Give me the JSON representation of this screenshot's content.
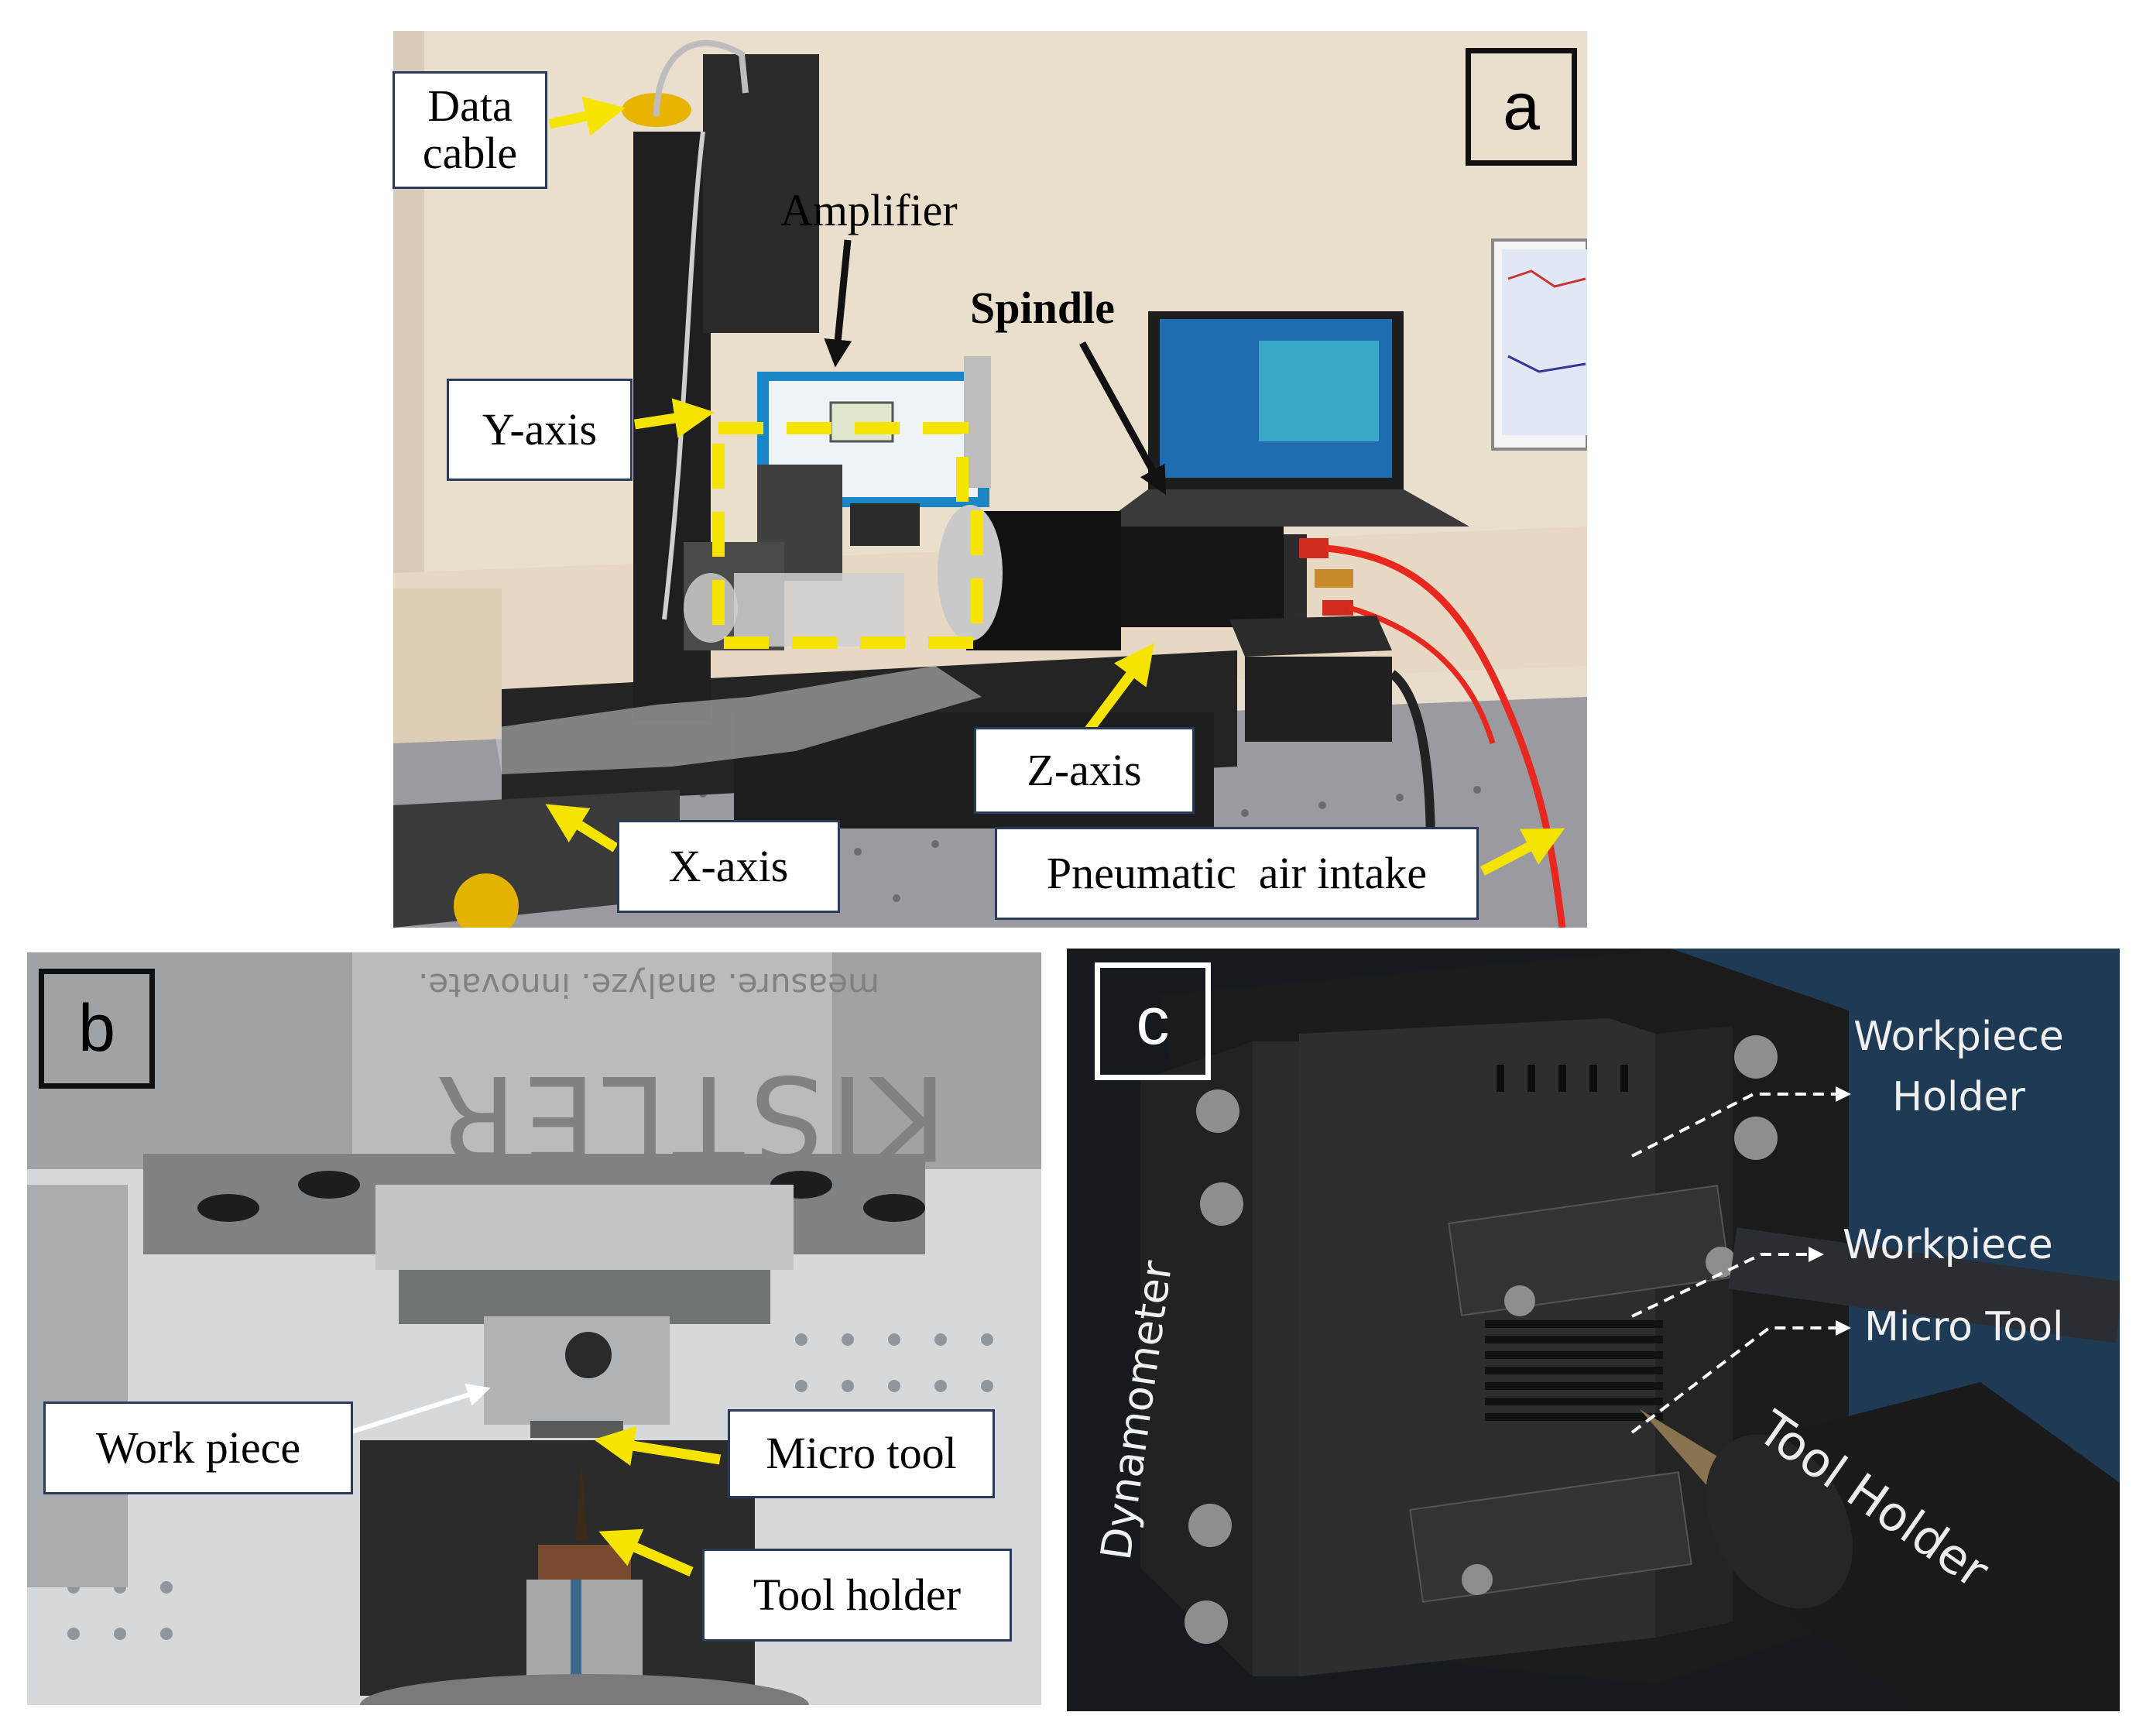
{
  "panel_a": {
    "tag": "a",
    "labels": {
      "data_cable": "Data\ncable",
      "amplifier": "Amplifier",
      "spindle": "Spindle",
      "y_axis": "Y-axis",
      "z_axis": "Z-axis",
      "x_axis": "X-axis",
      "pneumatic": "Pneumatic  air intake"
    }
  },
  "panel_b": {
    "tag": "b",
    "brand_text": "KISTLER",
    "slogan_text": "measure. analyze. innovate.",
    "labels": {
      "work_piece": "Work piece",
      "micro_tool": "Micro tool",
      "tool_holder": "Tool holder"
    }
  },
  "panel_c": {
    "tag": "c",
    "labels": {
      "workpiece_holder": "Workpiece\nHolder",
      "workpiece": "Workpiece",
      "micro_tool": "Micro Tool",
      "dynamometer": "Dynamometer",
      "tool_holder": "Tool Holder"
    }
  },
  "colors": {
    "arrow_yellow": "#f5e400",
    "highlight_dashed": "#f5e400",
    "air_hose": "#e8281e"
  }
}
